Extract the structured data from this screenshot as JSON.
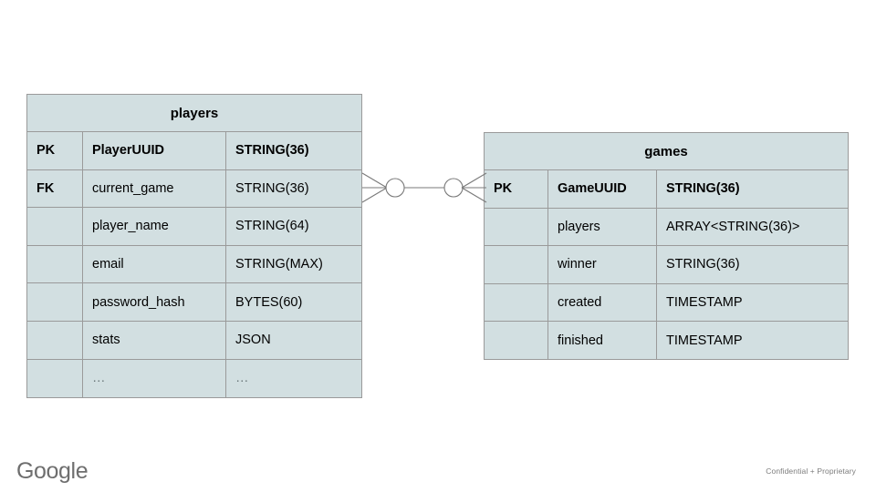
{
  "diagram": {
    "type": "entity-relationship",
    "colors": {
      "entity_fill": "#d2dfe1",
      "entity_border": "#9a9a9a",
      "connector": "#7a7a7a",
      "text": "#000000",
      "muted_text": "#6f7b7d"
    },
    "entities": [
      {
        "id": "players",
        "title": "players",
        "columns": [
          "key",
          "name",
          "type"
        ],
        "rows": [
          {
            "key": "PK",
            "name": "PlayerUUID",
            "type": "STRING(36)",
            "emphasis": "bold"
          },
          {
            "key": "FK",
            "name": "current_game",
            "type": "STRING(36)",
            "emphasis": "key-bold"
          },
          {
            "key": "",
            "name": "player_name",
            "type": "STRING(64)",
            "emphasis": "none"
          },
          {
            "key": "",
            "name": "email",
            "type": "STRING(MAX)",
            "emphasis": "none"
          },
          {
            "key": "",
            "name": "password_hash",
            "type": "BYTES(60)",
            "emphasis": "none"
          },
          {
            "key": "",
            "name": "stats",
            "type": "JSON",
            "emphasis": "none"
          },
          {
            "key": "",
            "name": "…",
            "type": "…",
            "emphasis": "muted"
          }
        ]
      },
      {
        "id": "games",
        "title": "games",
        "columns": [
          "key",
          "name",
          "type"
        ],
        "rows": [
          {
            "key": "PK",
            "name": "GameUUID",
            "type": "STRING(36)",
            "emphasis": "bold"
          },
          {
            "key": "",
            "name": "players",
            "type": "ARRAY<STRING(36)>",
            "emphasis": "none"
          },
          {
            "key": "",
            "name": "winner",
            "type": "STRING(36)",
            "emphasis": "none"
          },
          {
            "key": "",
            "name": "created",
            "type": "TIMESTAMP",
            "emphasis": "none"
          },
          {
            "key": "",
            "name": "finished",
            "type": "TIMESTAMP",
            "emphasis": "none"
          }
        ]
      }
    ],
    "relationship": {
      "from": "players.current_game",
      "to": "games.GameUUID",
      "left_notation": "zero-or-many",
      "right_notation": "zero-or-many",
      "symbol": "crows-foot-with-circle"
    }
  },
  "footer": {
    "logo": "Google",
    "note": "Confidential + Proprietary"
  }
}
